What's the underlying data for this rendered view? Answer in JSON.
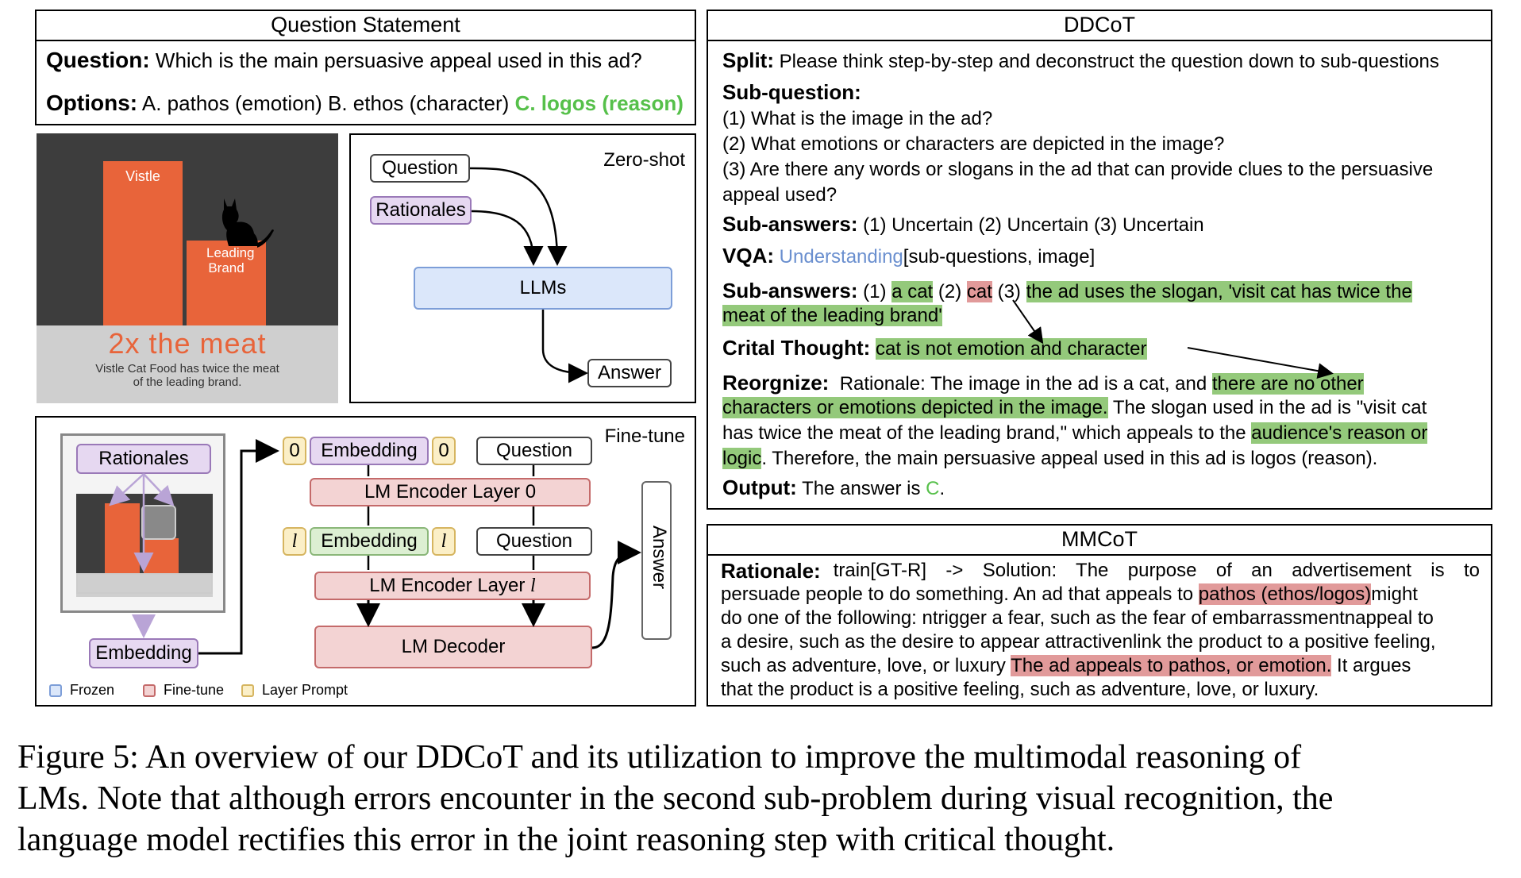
{
  "question_panel": {
    "header": "Question Statement",
    "question_label": "Question:",
    "question_text": "Which is the main persuasive appeal used in this ad?",
    "options_label": "Options:",
    "options_text": "A. pathos (emotion) B. ethos (character)",
    "options_answer": "C. logos (reason)"
  },
  "ad_image": {
    "bar1_label": "Vistle",
    "bar2_label": "Leading Brand",
    "headline": "2x the meat",
    "subline": "Vistle Cat Food has twice the meat of the leading brand."
  },
  "zero_shot": {
    "title": "Zero-shot",
    "question": "Question",
    "rationales": "Rationales",
    "llms": "LLMs",
    "answer": "Answer"
  },
  "fine_tune": {
    "title": "Fine-tune",
    "rationales": "Rationales",
    "embedding_left": "Embedding",
    "prompt0": "0",
    "embedding0": "Embedding",
    "question0": "Question",
    "encoder0": "LM Encoder Layer 0",
    "prompt_l": "l",
    "embedding_l": "Embedding",
    "question_l": "Question",
    "encoder_l": "LM Encoder Layer",
    "encoder_l_suffix": "l",
    "decoder": "LM Decoder",
    "answer": "Answer",
    "legend": [
      "Frozen",
      "Fine-tune",
      "Layer Prompt"
    ]
  },
  "ddcot": {
    "header": "DDCoT",
    "split_label": "Split:",
    "split_text": "Please think step-by-step and deconstruct the question down to sub-questions",
    "subq_label": "Sub-question:",
    "subq1": "(1) What is the image in the ad?",
    "subq2": "(2) What emotions or characters are depicted in the image?",
    "subq3a": "(3) Are there any words or slogans in the ad that can provide clues to the persuasive",
    "subq3b": "appeal used?",
    "suba_label": "Sub-answers:",
    "suba_text": "(1) Uncertain (2) Uncertain (3) Uncertain",
    "vqa_label": "VQA:",
    "vqa_fn": "Understanding",
    "vqa_args": "[sub-questions, image]",
    "suba2_label": "Sub-answers:",
    "suba2_p1": "(1)",
    "suba2_a1": "a cat",
    "suba2_p2": "(2)",
    "suba2_a2": "cat",
    "suba2_p3": "(3)",
    "suba2_a3a": "the ad uses the slogan, 'visit cat has twice the",
    "suba2_a3b": "meat of the leading brand'",
    "crit_label": "Crital Thought:",
    "crit_text": "cat is not emotion and character",
    "reorg_label": "Reorgnize:",
    "reorg_t1": "Rationale: The image in the ad is a cat, and",
    "reorg_h1": "there are no other",
    "reorg_h2": "characters or emotions depicted in the image.",
    "reorg_t2": "The slogan used in the ad is \"visit cat",
    "reorg_t3": "has twice the meat of the leading brand,\" which appeals to the",
    "reorg_h3": "audience's reason or",
    "reorg_h4": "logic",
    "reorg_t4": ". Therefore, the main persuasive appeal used in this ad is logos (reason).",
    "output_label": "Output:",
    "output_text": "The answer is",
    "output_answer": "C",
    "output_end": "."
  },
  "mmcot": {
    "header": "MMCoT",
    "label": "Rationale:",
    "l1": "train[GT-R] -> Solution: The purpose of an advertisement is to",
    "l2a": "persuade people to do something. An ad that appeals to",
    "l2h": "pathos (ethos/logos)",
    "l2b": "might",
    "l3": "do one of the following: ntrigger a fear, such as the fear of embarrassmentnappeal to",
    "l4": "a desire, such as the desire to appear attractivenlink the product to a positive feeling,",
    "l5a": "such as adventure, love, or luxury",
    "l5h": "The ad appeals to pathos, or emotion.",
    "l5b": "It argues",
    "l6": "that the product is a positive feeling, such as adventure, love, or luxury."
  },
  "caption": {
    "line1": "Figure 5: An overview of our DDCoT and its utilization to improve the multimodal reasoning of",
    "line2": "LMs. Note that although errors encounter in the second sub-problem during visual recognition, the",
    "line3": "language model rectifies this error in the joint reasoning step with critical thought."
  },
  "colors": {
    "answer_green": "#56c04a",
    "highlight_green": "#94c97b",
    "highlight_red": "#e19a9a",
    "bar_orange": "#e8643a"
  }
}
